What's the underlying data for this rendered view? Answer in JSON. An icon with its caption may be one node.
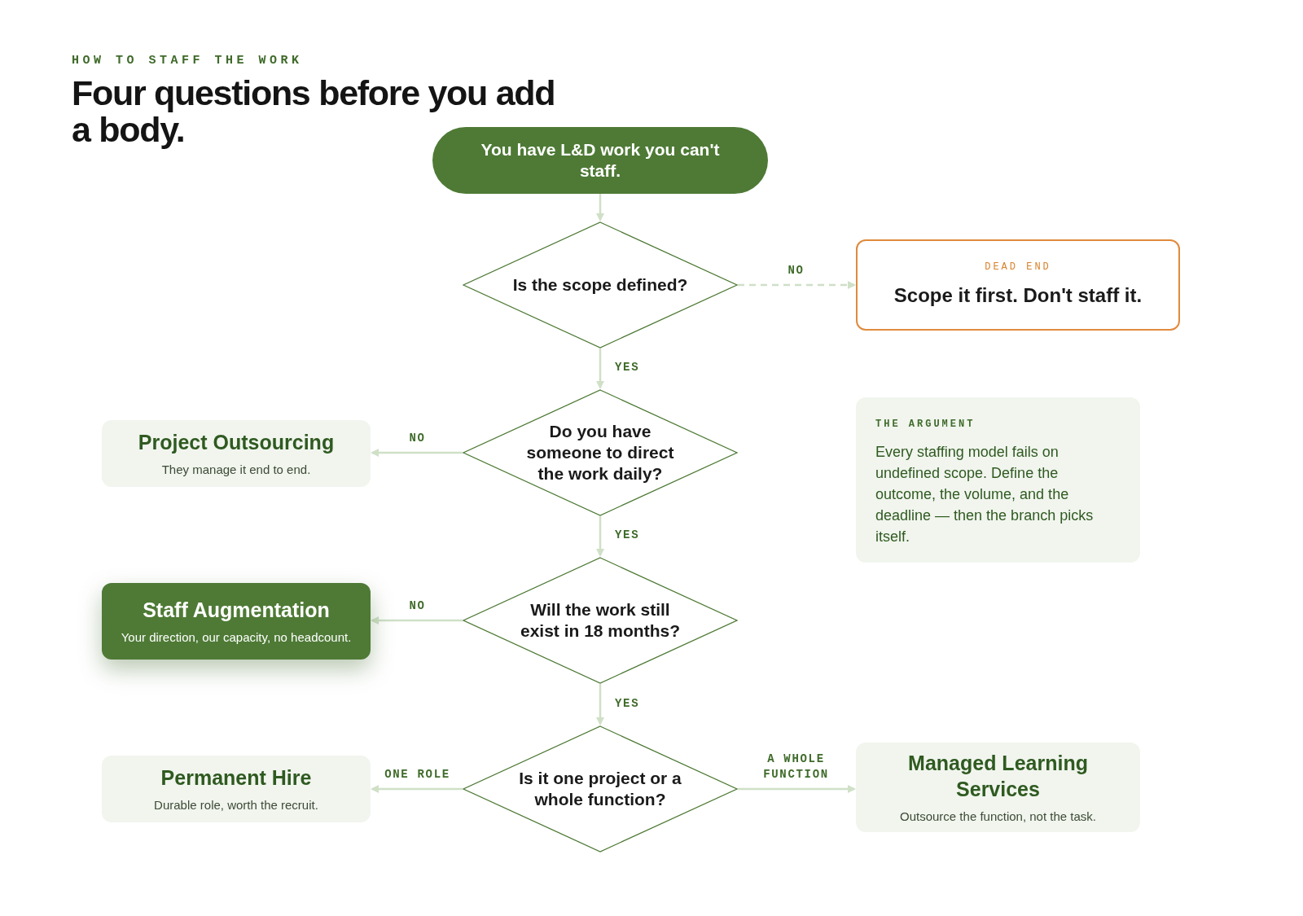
{
  "diagram": {
    "title": "Four questions before you add a body.",
    "nodes": [
      {
        "text": [
          "You have L&D work you can't staff."
        ]
      },
      {
        "text": [
          "Is the scope defined?"
        ]
      },
      {
        "text": [
          "DEAD END",
          "Scope it first. Don't staff it."
        ]
      },
      {
        "text": [
          "Do you have someone to direct the work daily?"
        ]
      },
      {
        "text": [
          "Project Outsourcing",
          "They manage it end to end."
        ]
      },
      {
        "text": [
          "THE ARGUMENT",
          "Every staffing model fails on undefined scope. Define the outcome, the volume, and the deadline — then the branch picks itself."
        ]
      },
      {
        "text": [
          "Will the work still exist in 18 months?"
        ]
      },
      {
        "text": [
          "Staff Augmentation",
          "Your direction, our capacity, no headcount."
        ]
      },
      {
        "text": [
          "Is it one project or a whole function?"
        ]
      },
      {
        "text": [
          "Permanent Hire",
          "Durable role, worth the recruit."
        ]
      },
      {
        "text": [
          "Managed Learning Services",
          "Outsource the function, not the task."
        ]
      }
    ],
    "edges": [
      {
        "from": 0,
        "to": 1,
        "arrow": "to"
      },
      {
        "from": 1,
        "to": 2,
        "arrow": "to",
        "label": "NO",
        "style": "dashed"
      },
      {
        "from": 1,
        "to": 3,
        "arrow": "to",
        "label": "YES"
      },
      {
        "from": 3,
        "to": 4,
        "arrow": "to",
        "label": "NO"
      },
      {
        "from": 3,
        "to": 6,
        "arrow": "to",
        "label": "YES"
      },
      {
        "from": 6,
        "to": 7,
        "arrow": "to",
        "label": "NO"
      },
      {
        "from": 6,
        "to": 8,
        "arrow": "to",
        "label": "YES"
      },
      {
        "from": 8,
        "to": 9,
        "arrow": "to",
        "label": "ONE ROLE"
      },
      {
        "from": 8,
        "to": 10,
        "arrow": "to",
        "label": "A WHOLE FUNCTION"
      }
    ],
    "labels": [
      "HOW TO STAFF THE WORK"
    ]
  }
}
